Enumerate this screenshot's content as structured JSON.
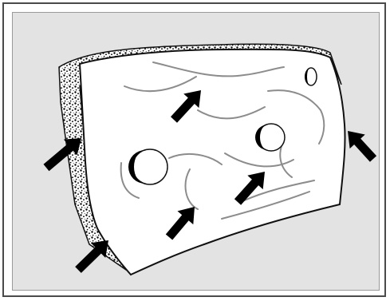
{
  "colors": {
    "background": "#e3e3e3",
    "frame": "#4a4a4a",
    "surface": "#ffffff",
    "outline": "#111111",
    "crease": "#8c8c8c",
    "arrow": "#000000",
    "foam_dots": "#000000"
  },
  "elements": {
    "main_sheet": "cloth-with-stains",
    "foam_edge": "sponge-edge-texture",
    "stains": [
      "spot-large-left",
      "spot-center-right",
      "spot-small-top-right"
    ],
    "arrows": [
      "arrow-left-edge",
      "arrow-bottom-left-corner",
      "arrow-upper-center",
      "arrow-lower-center",
      "arrow-center",
      "arrow-right-edge"
    ]
  }
}
